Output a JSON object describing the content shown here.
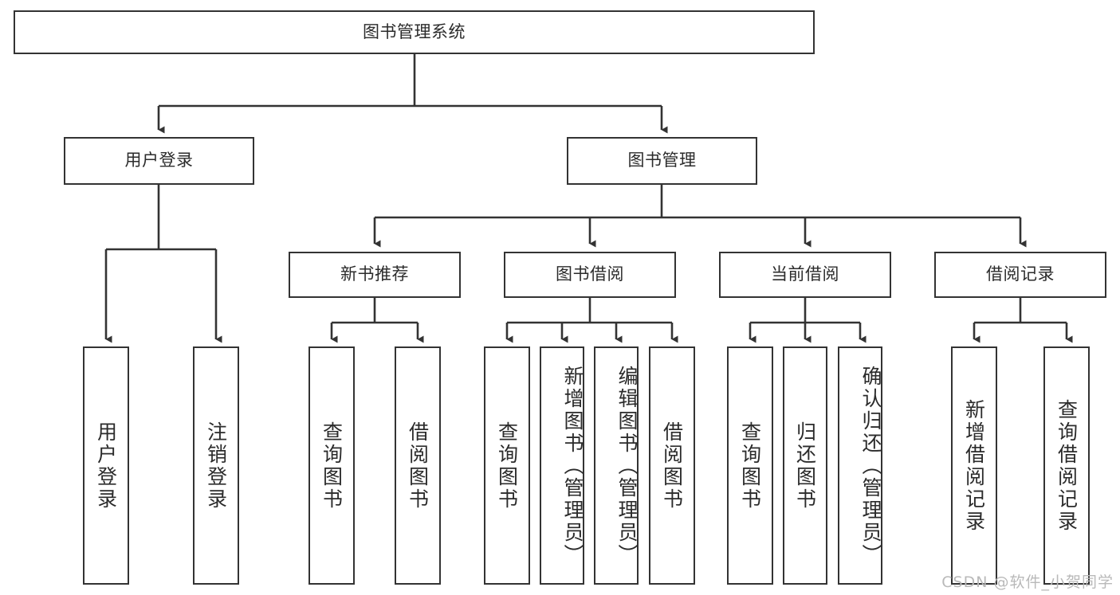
{
  "diagram": {
    "type": "tree-hierarchy",
    "title": "图书管理系统",
    "watermark": "CSDN @软件_小贺同学",
    "colors": {
      "border": "#333333",
      "background": "#ffffff",
      "text": "#2b2b2b",
      "watermark": "#b9b9b9"
    },
    "levels": {
      "root": {
        "label": "图书管理系统"
      },
      "level2": [
        {
          "label": "用户登录"
        },
        {
          "label": "图书管理"
        }
      ],
      "level3": [
        {
          "label": "新书推荐"
        },
        {
          "label": "图书借阅"
        },
        {
          "label": "当前借阅"
        },
        {
          "label": "借阅记录"
        }
      ],
      "leaves": [
        {
          "label": "用户登录",
          "parent": "用户登录"
        },
        {
          "label": "注销登录",
          "parent": "用户登录"
        },
        {
          "label": "查询图书",
          "parent": "新书推荐"
        },
        {
          "label": "借阅图书",
          "parent": "新书推荐"
        },
        {
          "label": "查询图书",
          "parent": "图书借阅"
        },
        {
          "label": "新增图书（管理员）",
          "parent": "图书借阅"
        },
        {
          "label": "编辑图书（管理员）",
          "parent": "图书借阅"
        },
        {
          "label": "借阅图书",
          "parent": "图书借阅"
        },
        {
          "label": "查询图书",
          "parent": "当前借阅"
        },
        {
          "label": "归还图书",
          "parent": "当前借阅"
        },
        {
          "label": "确认归还（管理员）",
          "parent": "当前借阅"
        },
        {
          "label": "新增借阅记录",
          "parent": "借阅记录"
        },
        {
          "label": "查询借阅记录",
          "parent": "借阅记录"
        }
      ]
    }
  }
}
